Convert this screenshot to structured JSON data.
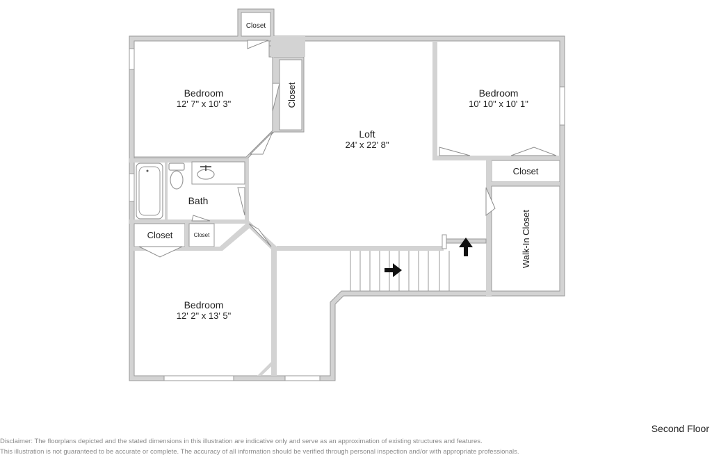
{
  "rooms": {
    "bedroom_top_left": {
      "name": "Bedroom",
      "dims": "12' 7\" x 10' 3\""
    },
    "bedroom_top_right": {
      "name": "Bedroom",
      "dims": "10' 10\" x 10' 1\""
    },
    "bedroom_bottom_left": {
      "name": "Bedroom",
      "dims": "12' 2\" x 13' 5\""
    },
    "loft": {
      "name": "Loft",
      "dims": "24' x 22' 8\""
    },
    "bath": {
      "name": "Bath"
    },
    "closet_top": "Closet",
    "closet_vertical": "Closet",
    "closet_right": "Closet",
    "closet_left": "Closet",
    "closet_small": "Closet",
    "walk_in_closet": "Walk-In Closet"
  },
  "floor_label": "Second Floor",
  "disclaimer": {
    "line1": "Disclaimer: The floorplans depicted and the stated dimensions in this illustration are indicative only and serve as an approximation of existing structures and features.",
    "line2": "This illustration is not guaranteed to be accurate or complete. The accuracy of all information should be verified through personal inspection and/or with appropriate professionals."
  },
  "colors": {
    "wall": "#d3d3d3",
    "line": "#8e8e8e",
    "arrow": "#111111"
  }
}
